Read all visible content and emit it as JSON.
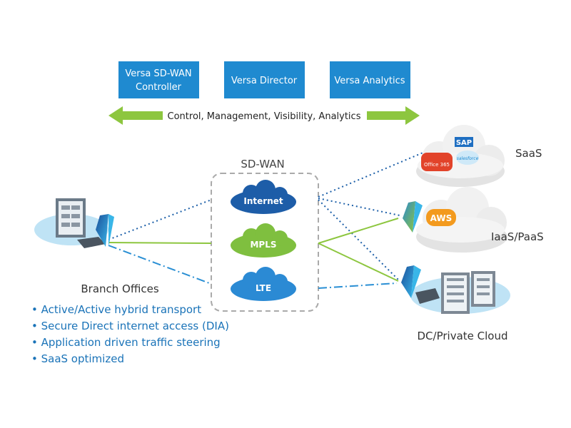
{
  "top_boxes": [
    {
      "line1": "Versa SD-WAN",
      "line2": "Controller"
    },
    {
      "line1": "Versa Director",
      "line2": ""
    },
    {
      "line1": "Versa Analytics",
      "line2": ""
    }
  ],
  "arrow_label": "Control, Management, Visibility, Analytics",
  "sdwan_title": "SD-WAN",
  "transports": [
    "Internet",
    "MPLS",
    "LTE"
  ],
  "branch": {
    "title": "Branch Offices",
    "bullets": [
      "• Active/Active hybrid transport",
      "• Secure Direct internet access (DIA)",
      "• Application driven traffic steering",
      "• SaaS optimized"
    ]
  },
  "clouds": {
    "saas": "SaaS",
    "iaas": "IaaS/PaaS",
    "dc": "DC/Private Cloud"
  },
  "logos": {
    "sap": "SAP",
    "office": "Office 365",
    "salesforce": "salesforce",
    "aws": "AWS"
  },
  "colors": {
    "box_blue": "#1f8ad0",
    "arrow_green": "#8dc63f",
    "dotted_blue": "#1c5fa8",
    "dashdot_blue": "#2a8fd4",
    "pill_blue": "#1d5da8",
    "pill_green": "#7fbf3f",
    "pill_lightblue": "#2b8ad4",
    "bullet_text": "#1a73b8"
  }
}
